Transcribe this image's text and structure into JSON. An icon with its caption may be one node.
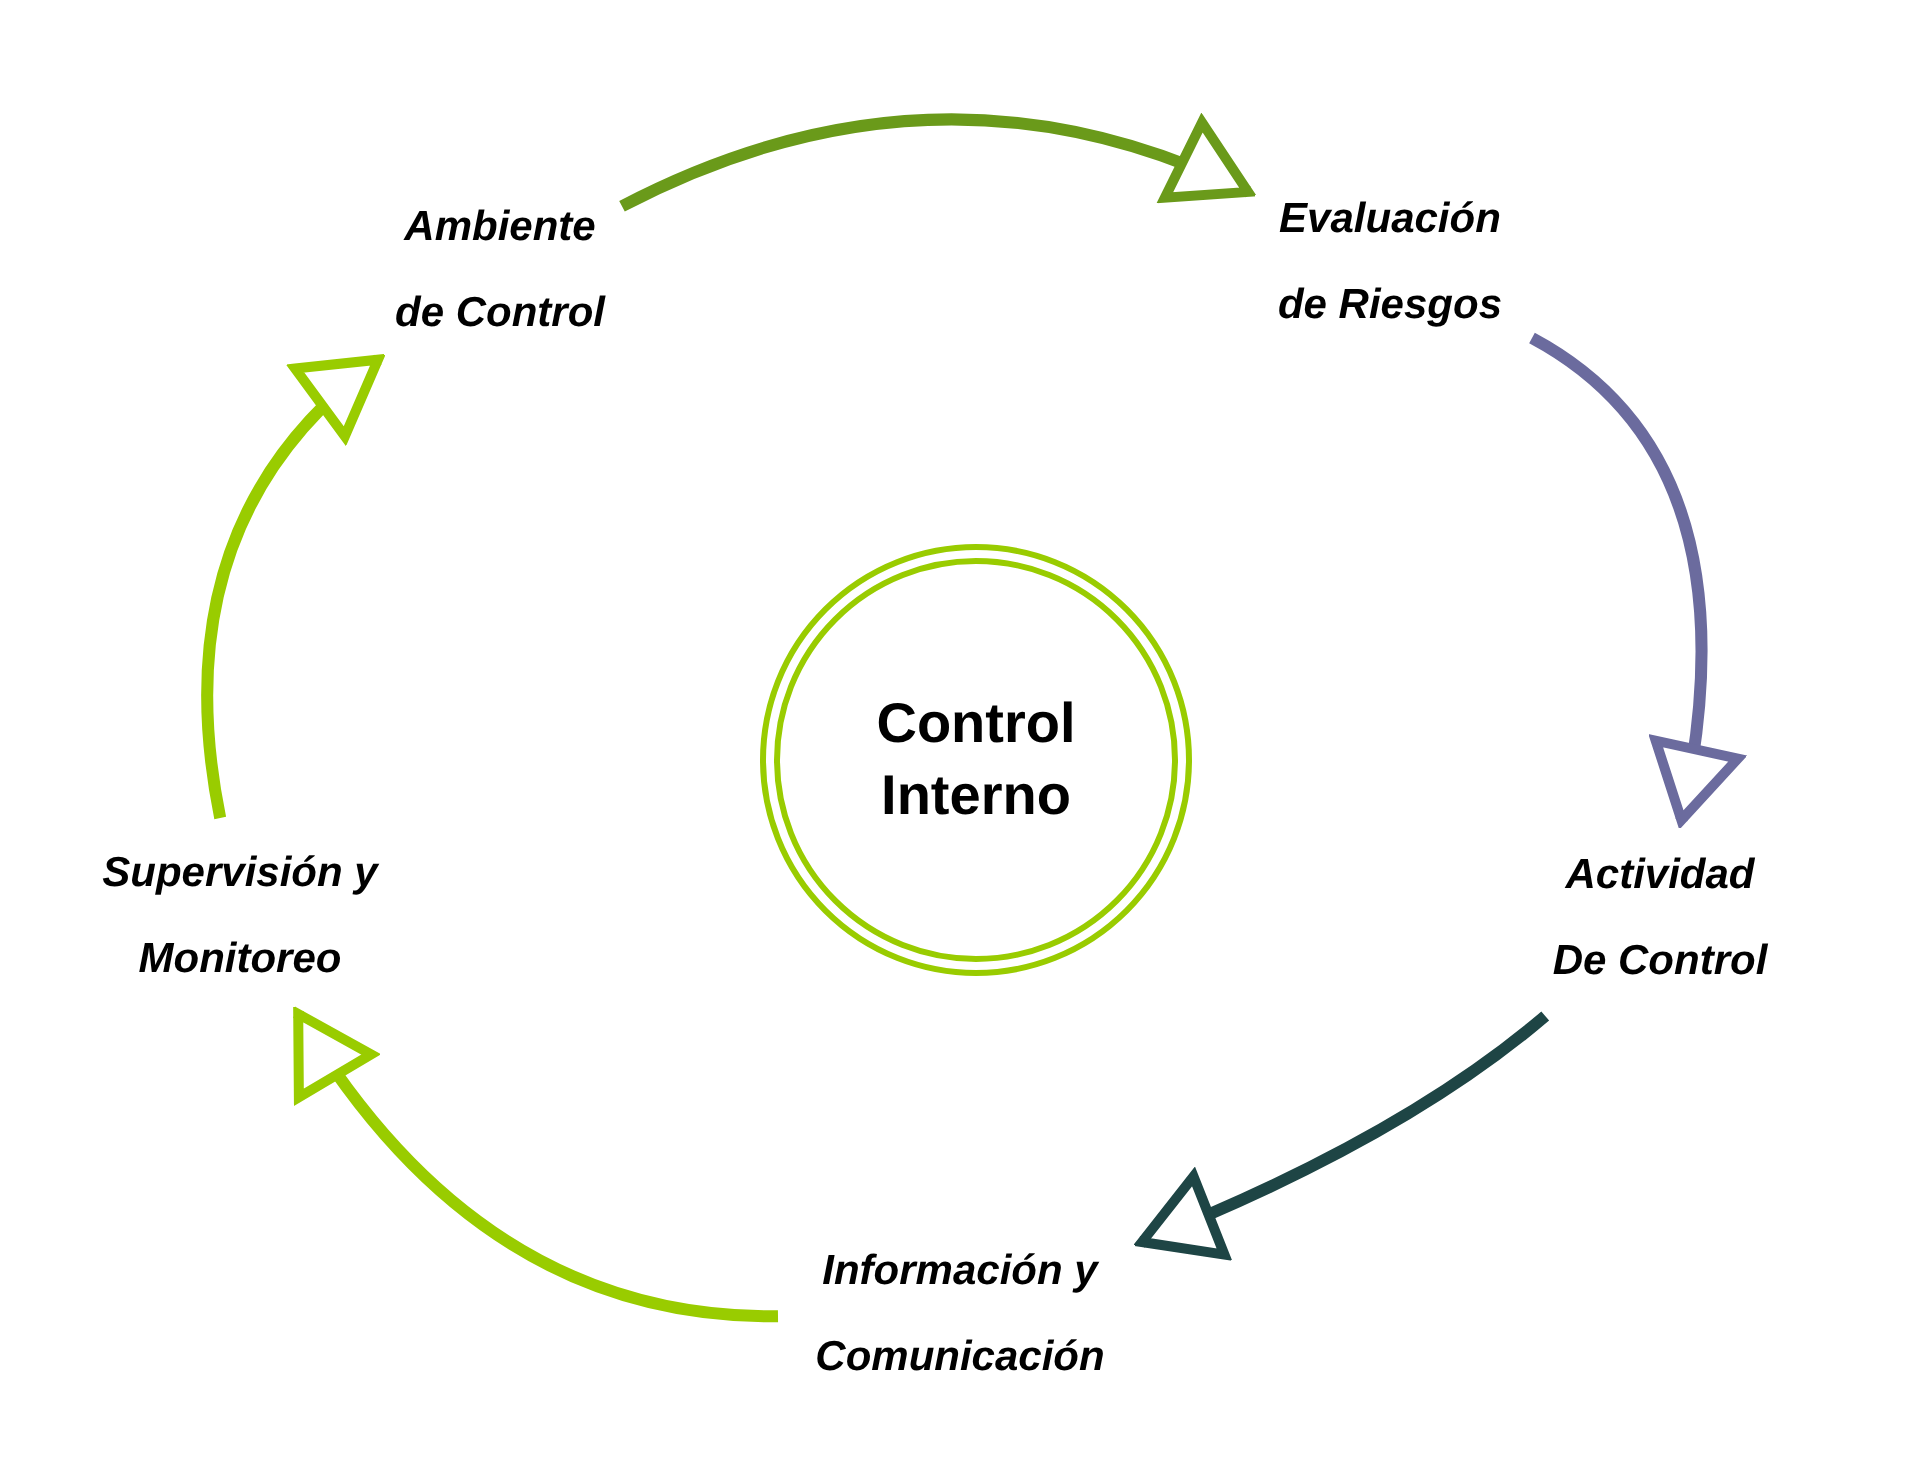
{
  "diagram": {
    "nodes": [
      {
        "text": [
          "Ambiente de Control"
        ]
      },
      {
        "text": [
          "Evaluación de Riesgos"
        ]
      },
      {
        "text": [
          "Actividad De Control"
        ]
      },
      {
        "text": [
          "Información y Comunicación"
        ]
      },
      {
        "text": [
          "Supervisión y Monitoreo"
        ]
      },
      {
        "text": [
          "Control Interno"
        ]
      }
    ],
    "edges": [
      {
        "from": 0,
        "to": 1,
        "arrow": "to",
        "color": "#6a9a1a"
      },
      {
        "from": 1,
        "to": 2,
        "arrow": "to",
        "color": "#6b6b9e"
      },
      {
        "from": 2,
        "to": 3,
        "arrow": "to",
        "color": "#1e4545"
      },
      {
        "from": 3,
        "to": 4,
        "arrow": "to",
        "color": "#99cc00"
      },
      {
        "from": 4,
        "to": 0,
        "arrow": "to",
        "color": "#99cc00"
      }
    ]
  }
}
